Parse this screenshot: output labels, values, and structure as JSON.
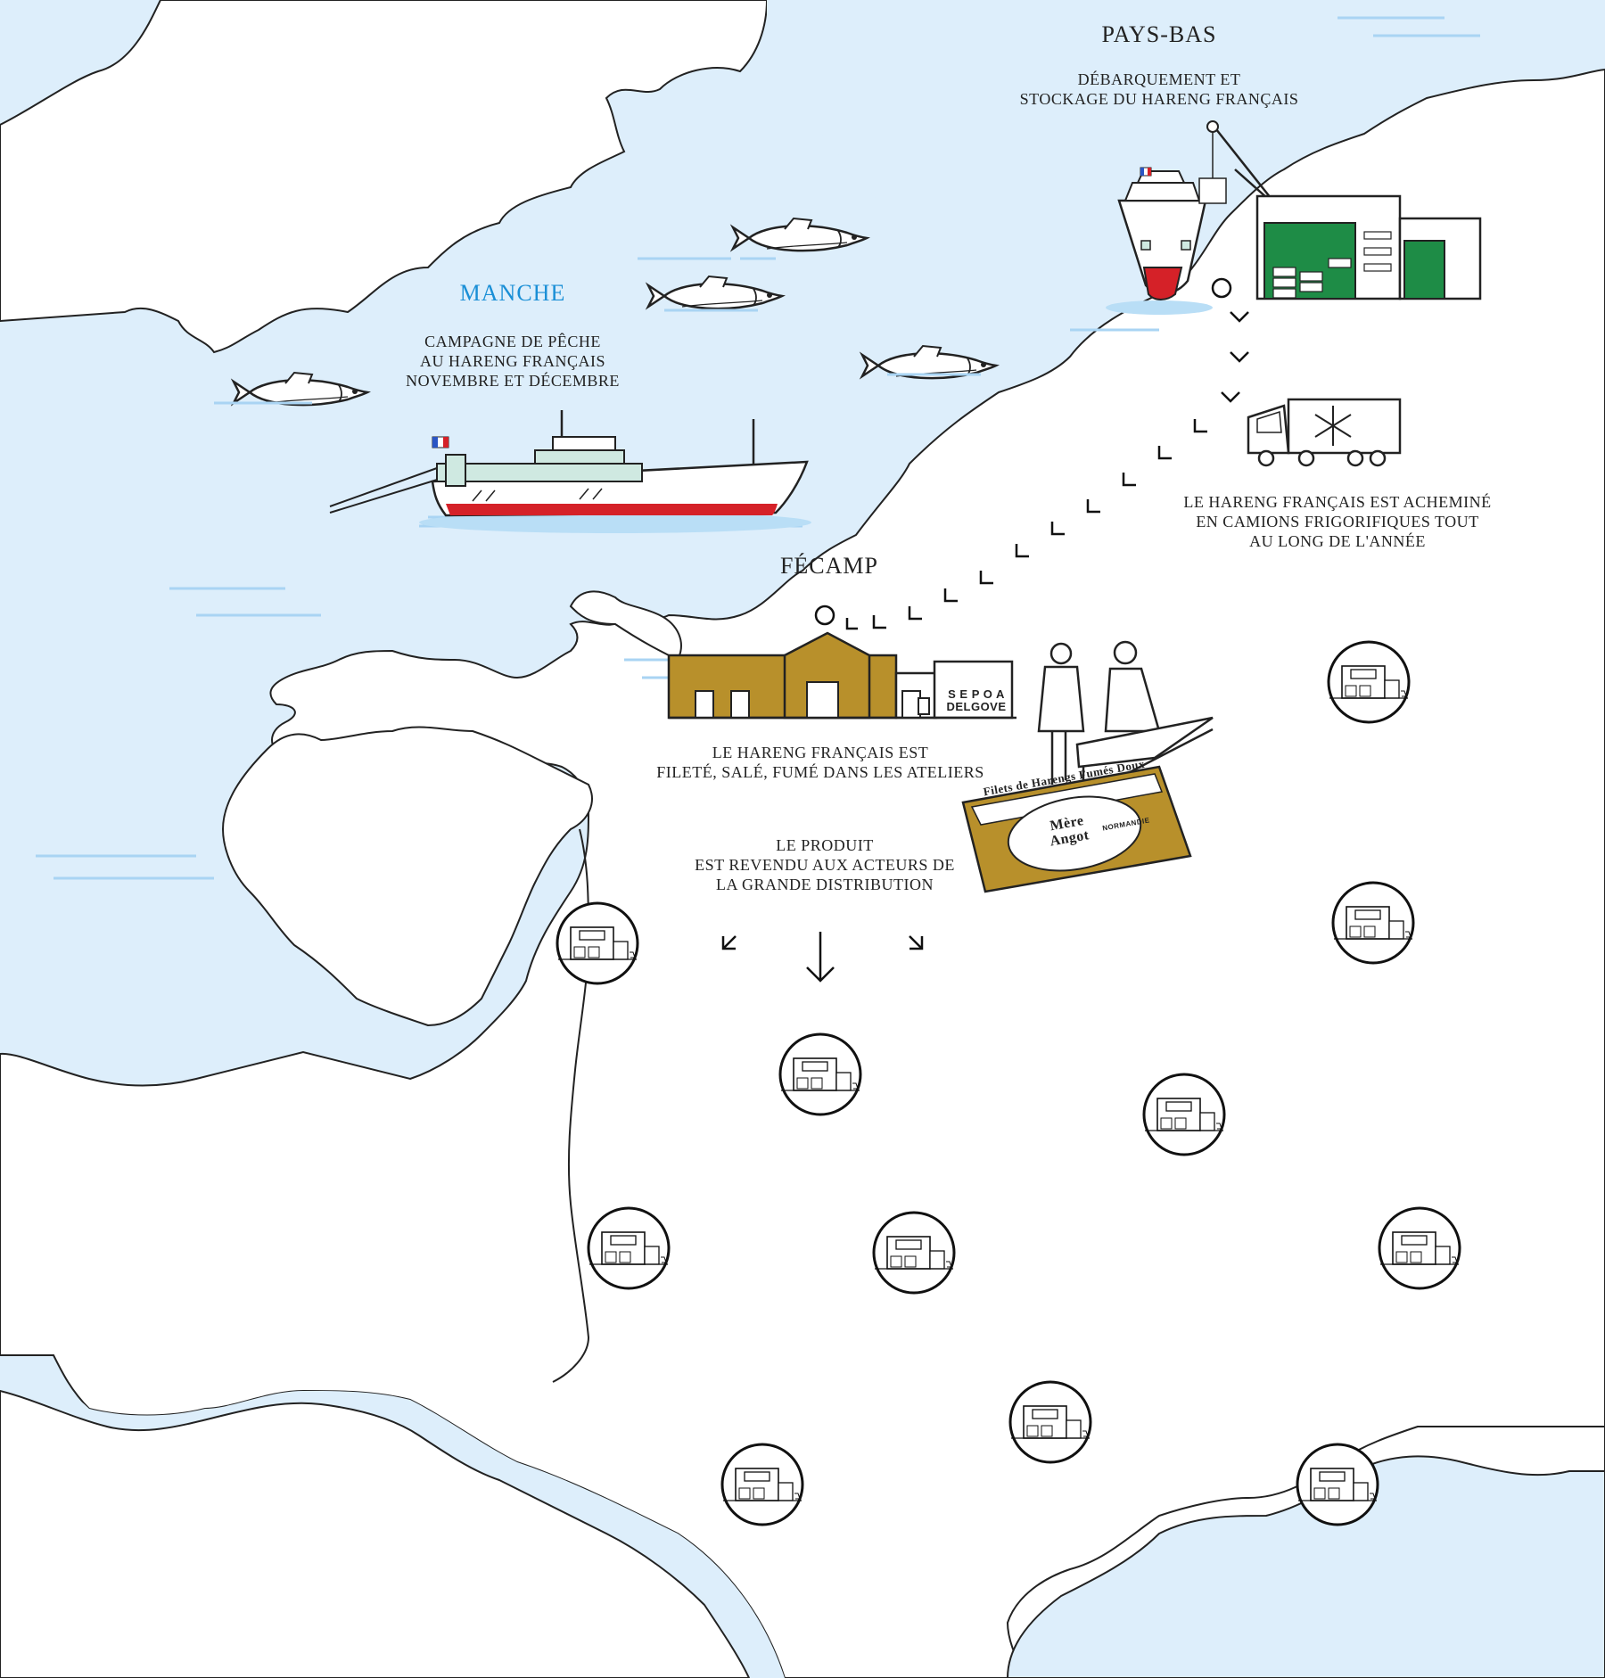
{
  "sea": {
    "name": "MANCHE",
    "caption": [
      "CAMPAGNE DE PÊCHE",
      "AU HARENG FRANÇAIS",
      "NOVEMBRE ET DÉCEMBRE"
    ]
  },
  "netherlands": {
    "name": "PAYS-BAS",
    "caption": [
      "DÉBARQUEMENT ET",
      "STOCKAGE DU HARENG FRANÇAIS"
    ]
  },
  "transport": {
    "caption": [
      "LE HARENG  FRANÇAIS EST ACHEMINÉ",
      "EN CAMIONS FRIGORIFIQUES TOUT",
      "AU LONG DE L'ANNÉE"
    ]
  },
  "fecamp": {
    "name": "FÉCAMP",
    "caption": [
      "LE HARENG FRANÇAIS EST",
      "FILETÉ, SALÉ, FUMÉ DANS LES ATELIERS"
    ],
    "company": [
      "S E P O A",
      "DELGOVE"
    ]
  },
  "distribution": {
    "caption": [
      "LE PRODUIT",
      "EST REVENDU AUX ACTEURS DE",
      "LA GRANDE DISTRIBUTION"
    ]
  },
  "package": {
    "title": "Filets de Harengs Fumés Doux",
    "brand": [
      "Mère",
      "Angot"
    ],
    "region": "NORMANDIE"
  },
  "colors": {
    "sea": "#ddeefb",
    "land": "#ffffff",
    "coast": "#222222",
    "gold": "#b8902b",
    "green": "#1e8c46",
    "hull_red": "#d52128",
    "ship_teal": "#cfe9e1",
    "sea_title": "#1a8fd6"
  }
}
